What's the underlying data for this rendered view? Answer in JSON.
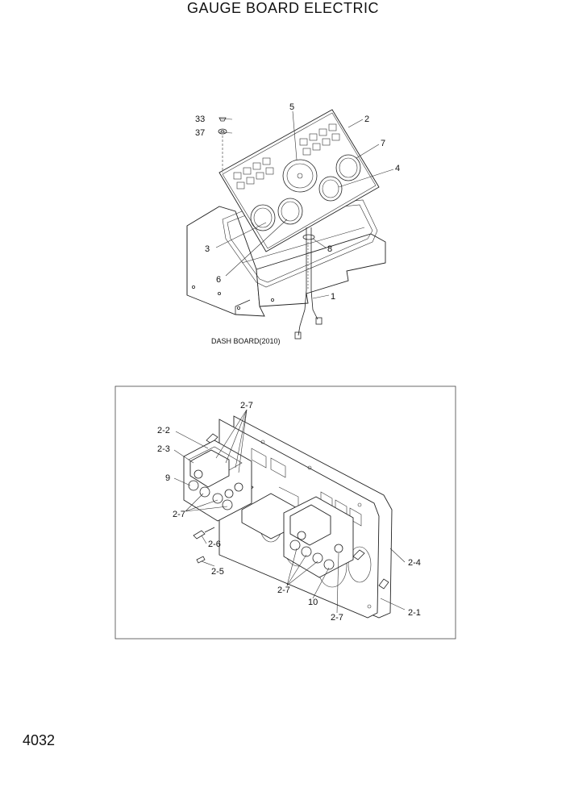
{
  "page": {
    "title": "GAUGE BOARD ELECTRIC",
    "page_number": "4032"
  },
  "upper_figure": {
    "caption": "DASH BOARD(2010)",
    "callouts": [
      "33",
      "37",
      "5",
      "2",
      "7",
      "4",
      "3",
      "8",
      "6",
      "1"
    ]
  },
  "lower_figure": {
    "callouts": [
      "2-7",
      "2-2",
      "2-3",
      "9",
      "2-7",
      "2-6",
      "2-5",
      "2-4",
      "2-7",
      "10",
      "2-7",
      "2-1"
    ]
  }
}
